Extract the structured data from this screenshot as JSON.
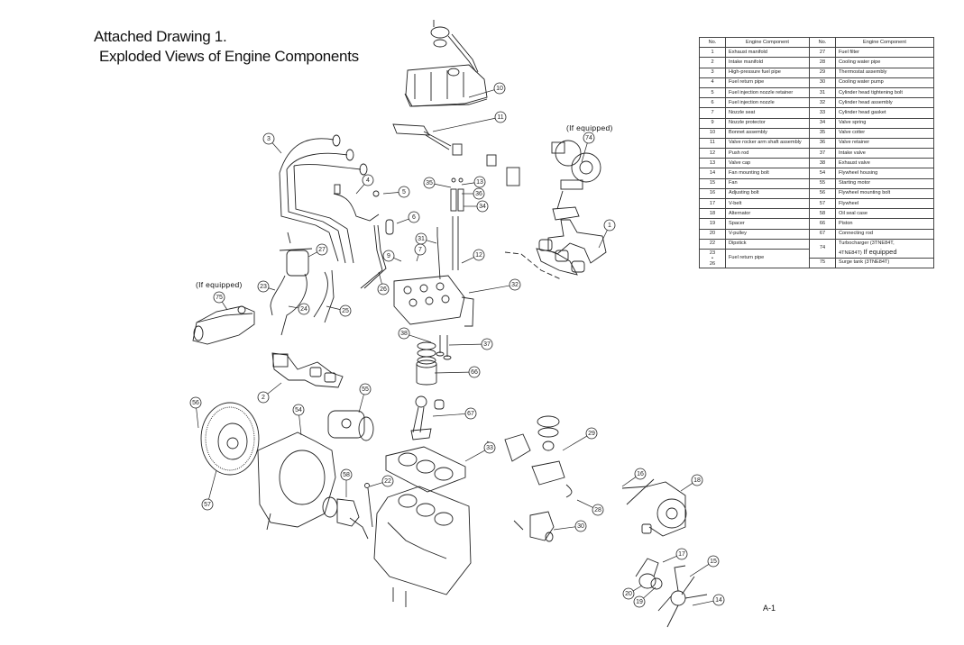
{
  "header": {
    "title_line1": "Attached Drawing 1.",
    "title_line2": "Exploded Views of Engine Components"
  },
  "table": {
    "headers": [
      "No.",
      "Engine Component",
      "No.",
      "Engine Component"
    ],
    "rows": [
      {
        "no1": "1",
        "name1": "Exhaust manifold",
        "no2": "27",
        "name2": "Fuel filter"
      },
      {
        "no1": "2",
        "name1": "Intake manifold",
        "no2": "28",
        "name2": "Cooling water pipe"
      },
      {
        "no1": "3",
        "name1": "High-pressure fuel pipe",
        "no2": "29",
        "name2": "Thermostat assembly"
      },
      {
        "no1": "4",
        "name1": "Fuel return pipe",
        "no2": "30",
        "name2": "Cooling water pump"
      },
      {
        "no1": "5",
        "name1": "Fuel injection nozzle retainer",
        "no2": "31",
        "name2": "Cylinder head tightening bolt"
      },
      {
        "no1": "6",
        "name1": "Fuel injection nozzle",
        "no2": "32",
        "name2": "Cylinder head assembly"
      },
      {
        "no1": "7",
        "name1": "Nozzle seat",
        "no2": "33",
        "name2": "Cylinder head gasket"
      },
      {
        "no1": "9",
        "name1": "Nozzle protector",
        "no2": "34",
        "name2": "Valve spring"
      },
      {
        "no1": "10",
        "name1": "Bonnet assembly",
        "no2": "35",
        "name2": "Valve cotter"
      },
      {
        "no1": "11",
        "name1": "Valve rocker arm shaft assembly",
        "no2": "36",
        "name2": "Valve retainer"
      },
      {
        "no1": "12",
        "name1": "Push rod",
        "no2": "37",
        "name2": "Intake valve"
      },
      {
        "no1": "13",
        "name1": "Valve cap",
        "no2": "38",
        "name2": "Exhaust valve"
      },
      {
        "no1": "14",
        "name1": "Fan mounting bolt",
        "no2": "54",
        "name2": "Flywheel housing"
      },
      {
        "no1": "15",
        "name1": "Fan",
        "no2": "55",
        "name2": "Starting motor"
      },
      {
        "no1": "16",
        "name1": "Adjusting bolt",
        "no2": "56",
        "name2": "Flywheel mounting bolt"
      },
      {
        "no1": "17",
        "name1": "V-belt",
        "no2": "57",
        "name2": "Flywheel"
      },
      {
        "no1": "18",
        "name1": "Alternator",
        "no2": "58",
        "name2": "Oil seal case"
      },
      {
        "no1": "19",
        "name1": "Spacer",
        "no2": "66",
        "name2": "Piston"
      },
      {
        "no1": "20",
        "name1": "V-pulley",
        "no2": "67",
        "name2": "Connecting rod"
      }
    ],
    "row_22": {
      "no1": "22",
      "name1": "Dipstick",
      "no2": "74",
      "name2_a": "Turbocharger (3TNE84T,",
      "name2_b": "4TNE84T)",
      "name2_c": "If equipped"
    },
    "row_23": {
      "no1_a": "23",
      "no1_b": "•",
      "no1_c": "26",
      "name1": "Fuel return pipe",
      "no2": "75",
      "name2": "Surge tank (3TNE84T)"
    }
  },
  "annotations": {
    "if_equipped_turbo": "(If equipped)",
    "if_equipped_surge": "(If equipped)",
    "page_number": "A-1"
  },
  "callouts": [
    {
      "label": "10"
    },
    {
      "label": "11"
    },
    {
      "label": "74"
    },
    {
      "label": "3"
    },
    {
      "label": "4"
    },
    {
      "label": "5"
    },
    {
      "label": "6"
    },
    {
      "label": "35"
    },
    {
      "label": "13"
    },
    {
      "label": "36"
    },
    {
      "label": "34"
    },
    {
      "label": "1"
    },
    {
      "label": "31"
    },
    {
      "label": "7"
    },
    {
      "label": "9"
    },
    {
      "label": "12"
    },
    {
      "label": "27"
    },
    {
      "label": "26"
    },
    {
      "label": "32"
    },
    {
      "label": "23"
    },
    {
      "label": "24"
    },
    {
      "label": "25"
    },
    {
      "label": "75"
    },
    {
      "label": "38"
    },
    {
      "label": "37"
    },
    {
      "label": "66"
    },
    {
      "label": "2"
    },
    {
      "label": "55"
    },
    {
      "label": "67"
    },
    {
      "label": "56"
    },
    {
      "label": "54"
    },
    {
      "label": "33"
    },
    {
      "label": "29"
    },
    {
      "label": "58"
    },
    {
      "label": "22"
    },
    {
      "label": "57"
    },
    {
      "label": "16"
    },
    {
      "label": "18"
    },
    {
      "label": "28"
    },
    {
      "label": "30"
    },
    {
      "label": "17"
    },
    {
      "label": "15"
    },
    {
      "label": "20"
    },
    {
      "label": "19"
    },
    {
      "label": "14"
    }
  ]
}
